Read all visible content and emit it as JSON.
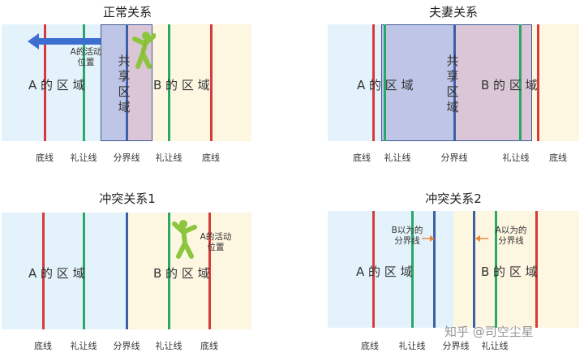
{
  "labels": {
    "baseline": "底线",
    "courtesy": "礼让线",
    "divider": "分界线"
  },
  "regions": {
    "a": "A 的 区 域",
    "b": "B 的 区 域",
    "shared": "共享区域"
  },
  "panels": [
    {
      "title": "正常关系",
      "note": "A的活动\n位置"
    },
    {
      "title": "夫妻关系"
    },
    {
      "title": "冲突关系1",
      "note": "A的活动\n位置"
    },
    {
      "title": "冲突关系2",
      "note_b": "B以为的\n分界线",
      "note_a": "A以为的\n分界线"
    }
  ],
  "watermark": "知乎 @司空尘星",
  "colors": {
    "baseline": "#d63a3a",
    "courtesy": "#27a866",
    "divider": "#3c5fa8",
    "zone_a": "#e4f3fb",
    "zone_b": "#fdf7e2",
    "arrow": "#3d6fd1",
    "figure": "#8cc63f",
    "perceived_arrow": "#e8873a"
  }
}
